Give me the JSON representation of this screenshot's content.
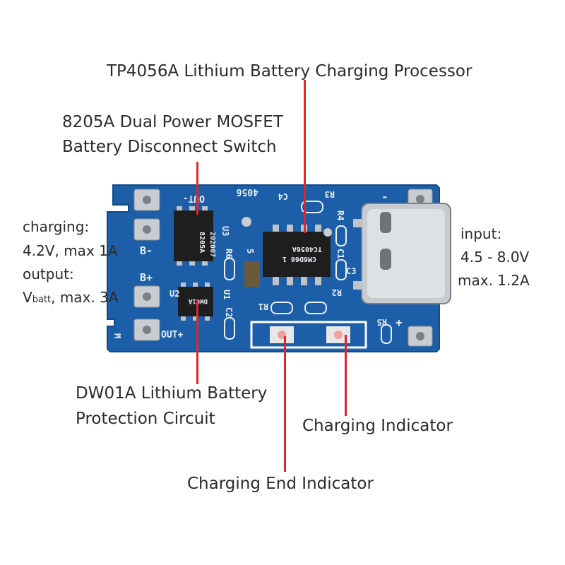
{
  "title_tp4056": "TP4056A Lithium Battery Charging Processor",
  "mosfet": {
    "line1": "8205A Dual Power MOSFET",
    "line2": "Battery Disconnect Switch"
  },
  "charging": {
    "line1": "charging:",
    "line2": "4.2V, max 1A"
  },
  "output": {
    "line1": "output:",
    "v": "V",
    "sub": "batt",
    "rest": ", max. 3A"
  },
  "input": {
    "line1": "input:",
    "line2": "4.5 - 8.0V",
    "line3": "max. 1.2A"
  },
  "dw01a": {
    "line1": "DW01A Lithium Battery",
    "line2": "Protection Circuit"
  },
  "charging_indicator": "Charging Indicator",
  "charging_end_indicator": "Charging End Indicator",
  "board_silkscreen": {
    "out_minus": "OUT-",
    "b_minus": "B-",
    "b_plus": "B+",
    "out_plus": "OUT+",
    "model": "4056",
    "chip_8205a_l1": "8205A",
    "chip_8205a_l2": "202007",
    "chip_tc4056_l1": "TC4056A",
    "chip_tc4056_l2": "CM6D66 1",
    "chip_dw01": "DW01A",
    "r3": "R3",
    "c4": "C4",
    "r4": "R4",
    "c1": "C1",
    "c2": "C2",
    "c3": "C3",
    "r2": "R2",
    "r1": "R1",
    "r5": "R5",
    "u1": "U1",
    "u2": "U2",
    "u3": "U3",
    "r6": "R6",
    "minus": "-",
    "plus": "+",
    "m": "M",
    "five": "5"
  },
  "colors": {
    "pcb": "#1c5fa8",
    "pcb_dark": "#144a86",
    "leader": "#e0262a",
    "pad": "#c9ccd0"
  }
}
